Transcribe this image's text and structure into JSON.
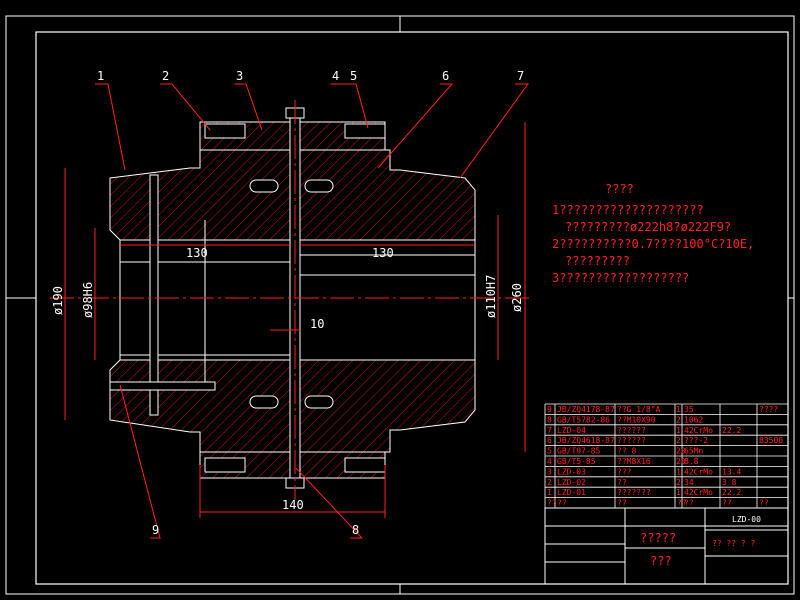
{
  "part_numbers": [
    "1",
    "2",
    "3",
    "4",
    "5",
    "6",
    "7",
    "8",
    "9"
  ],
  "dimensions": {
    "d190": "ø190",
    "d98": "ø98H6",
    "d110": "ø110H7",
    "d260": "ø260",
    "len_left": "130",
    "len_right": "130",
    "gap": "10",
    "width_bottom": "140"
  },
  "notes": {
    "title": "????",
    "lines": [
      "1????????????????????",
      "?????????ø222h8?ø222F9?",
      "2??????????0.7????100°C?10E,",
      "?????????",
      "3??????????????????"
    ]
  },
  "bom_rows": [
    {
      "no": "9",
      "code": "JB/ZQ4178-87",
      "name": "??G 1/8\"A",
      "qty": "1",
      "mat": "35",
      "extra": "",
      "note": "????"
    },
    {
      "no": "8",
      "code": "GB/T5782-86",
      "name": "??M10X90",
      "qty": "2",
      "mat": "1062",
      "extra": "",
      "note": ""
    },
    {
      "no": "7",
      "code": "LZD-04",
      "name": "??????",
      "qty": "1",
      "mat": "42CrMo",
      "extra": "22.2",
      "note": ""
    },
    {
      "no": "6",
      "code": "JB/ZQ4618-87",
      "name": "??????",
      "qty": "2",
      "mat": "???-2",
      "extra": "",
      "note": "B3508"
    },
    {
      "no": "5",
      "code": "GB/T97-85",
      "name": "?? 8",
      "qty": "20",
      "mat": "65Mn",
      "extra": "",
      "note": ""
    },
    {
      "no": "4",
      "code": "GB/T5-85",
      "name": "??M8X16",
      "qty": "20",
      "mat": "8.8",
      "extra": "",
      "note": ""
    },
    {
      "no": "3",
      "code": "LZD-03",
      "name": "???",
      "qty": "1",
      "mat": "42CrMo",
      "extra": "13.4",
      "note": ""
    },
    {
      "no": "2",
      "code": "LZD-02",
      "name": "??",
      "qty": "2",
      "mat": "34",
      "extra": "3 8",
      "note": ""
    },
    {
      "no": "1",
      "code": "LZD-01",
      "name": "???????",
      "qty": "1",
      "mat": "42CrMo",
      "extra": "22.2",
      "note": ""
    }
  ],
  "bom_header": [
    "??",
    "??",
    "??",
    "??",
    "??",
    "??",
    "??",
    "??"
  ],
  "title_block": {
    "drawing_no": "LZD-00",
    "name": "?????",
    "company": "???",
    "scale_marks": "?? ?? ? ?"
  }
}
